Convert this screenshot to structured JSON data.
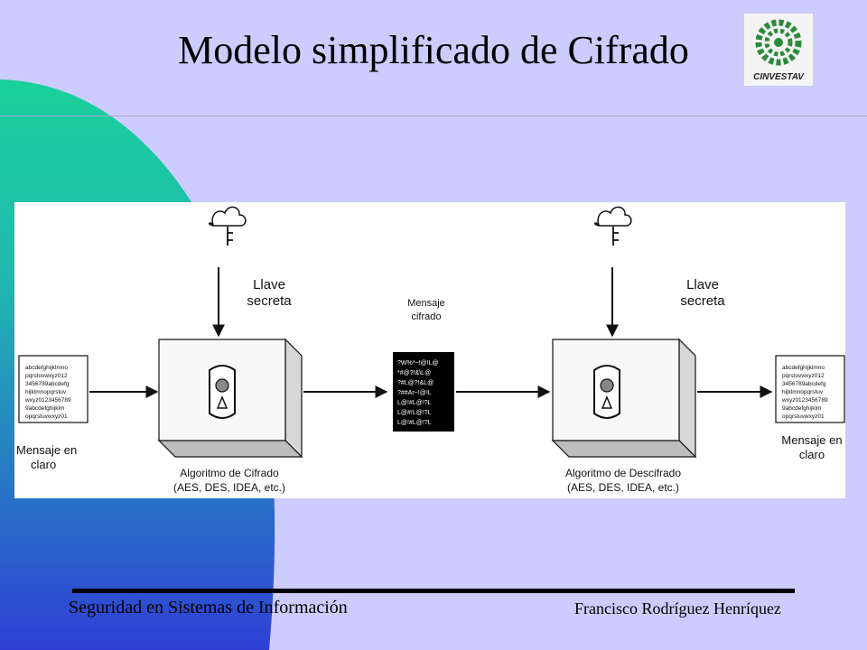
{
  "slide": {
    "title": "Modelo simplificado de Cifrado",
    "logo_text": "CINVESTAV"
  },
  "colors": {
    "background": "#ccccff",
    "accent_gradient_top": "#1ad19a",
    "accent_gradient_bottom": "#2f3fd6",
    "diagram_box": "#ffffff",
    "cipher_block": "#000000"
  },
  "diagram": {
    "plaintext_sample_left": [
      "abcdefghijklmno",
      "pqrstuvwxyz012",
      "3456789abcdefg",
      "hijklmnopqrstuv",
      "wxyz0123456789",
      "9abcdefghijklm",
      "opqrstuvwxyz01"
    ],
    "plaintext_sample_right": [
      "abcdefghijklmno",
      "pqrstuvwxyz012",
      "3456789abcdefg",
      "hijklmnopqrstuv",
      "wxyz0123456789",
      "9abcdefghijklm",
      "opqrstuvwxyz01"
    ],
    "ciphertext_sample": [
      "?W%*~!@!L@",
      "*#@?!&\\L@",
      "?#L@?!&L@",
      "?##Ar~!@!L",
      "L@!#L@!?L",
      "L@#!L@!?L",
      "L@!#L@!?L"
    ],
    "left_plain_label": [
      "Mensaje en",
      "claro"
    ],
    "right_plain_label": [
      "Mensaje en",
      "claro"
    ],
    "key_label_left": [
      "Llave",
      "secreta"
    ],
    "key_label_right": [
      "Llave",
      "secreta"
    ],
    "cipher_label": [
      "Mensaje",
      "cifrado"
    ],
    "encrypt_label": [
      "Algoritmo de Cifrado",
      "(AES, DES, IDEA, etc.)"
    ],
    "decrypt_label": [
      "Algoritmo de Descifrado",
      "(AES, DES, IDEA, etc.)"
    ]
  },
  "footer": {
    "left": "Seguridad en Sistemas de Información",
    "right": "Francisco Rodríguez Henríquez"
  }
}
